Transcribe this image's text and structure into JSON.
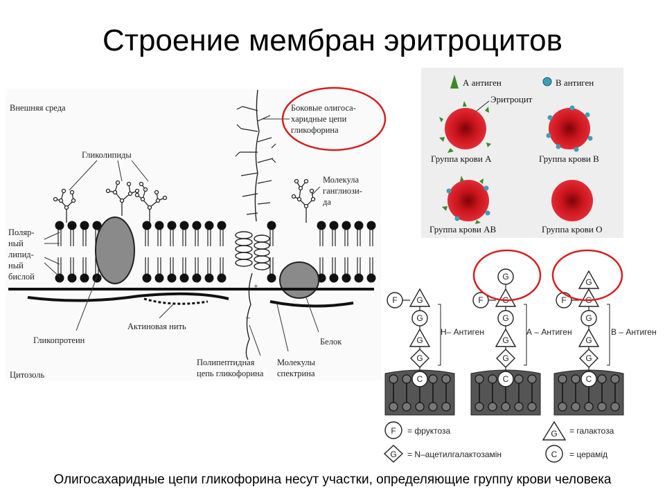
{
  "slide": {
    "title": "Строение мембран эритроцитов",
    "caption": "Олигосахаридные цепи гликофорина несут участки, определяющие группу крови человека"
  },
  "membrane_diagram": {
    "outer_env": "Внешняя среда",
    "glycolipids": "Гликолипиды",
    "glycophorin_side_line1": "Боковые олигоса-",
    "glycophorin_side_line2": "харидные цепи",
    "glycophorin_side_line3": "гликофорина",
    "ganglioside_line1": "Молекула",
    "ganglioside_line2": "ганглиози-",
    "ganglioside_line3": "да",
    "bilayer_line1": "Поляр-",
    "bilayer_line2": "ный",
    "bilayer_line3": "липид-",
    "bilayer_line4": "ный",
    "bilayer_line5": "бислой",
    "actin": "Актиновая нить",
    "glycoprotein": "Гликопротеин",
    "protein": "Белок",
    "cytosol": "Цитозоль",
    "polypeptide_line1": "Полипептидная",
    "polypeptide_line2": "цепь гликофорина",
    "spectrin_line1": "Молекулы",
    "spectrin_line2": "спектрина",
    "plus": "+",
    "minus": "–"
  },
  "antigen_panel": {
    "legend_a": "А антиген",
    "legend_b": "В антиген",
    "erythrocyte": "Эритроцит",
    "group_a": "Группа крови А",
    "group_b": "Группа крови В",
    "group_ab": "Группа крови АВ",
    "group_o": "Группа крови О",
    "colors": {
      "cell": "#c8141c",
      "antigen_a": "#3a8a2a",
      "antigen_b": "#3aa0b8",
      "panel_bg": "#eeeeee"
    }
  },
  "glycan_diagram": {
    "letter_f": "F",
    "letter_g": "G",
    "letter_c": "C",
    "h_antigen": "Н– Антиген",
    "a_antigen": "А – Антиген",
    "b_antigen": "В – Антиген",
    "legend_fructose": "= фруктоза",
    "legend_galactose": "= галактоза",
    "legend_nacetyl": "= N–ацетилгалактозамін",
    "legend_ceramide": "= церамід"
  }
}
